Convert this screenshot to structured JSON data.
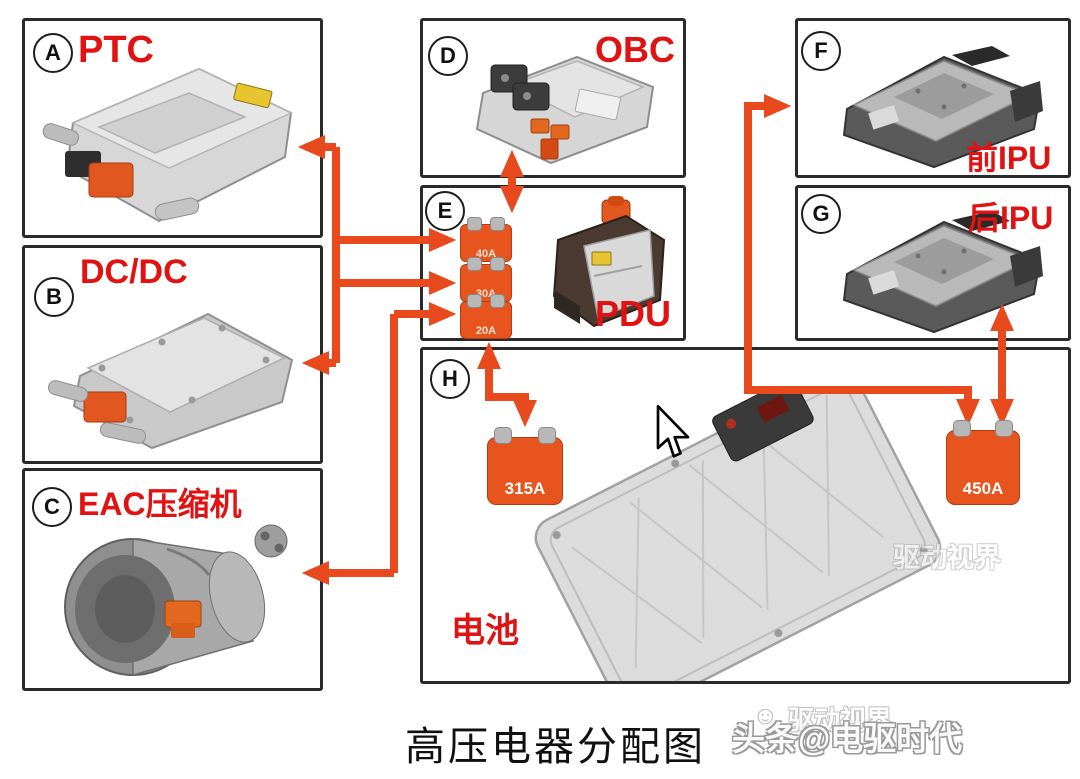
{
  "title": "高压电器分配图",
  "boxes": {
    "a": {
      "letter": "A",
      "label": "PTC"
    },
    "b": {
      "letter": "B",
      "label": "DC/DC"
    },
    "c": {
      "letter": "C",
      "label": "EAC压缩机"
    },
    "d": {
      "letter": "D",
      "label": "OBC"
    },
    "e": {
      "letter": "E",
      "label": "PDU",
      "fuses": {
        "f1": "40A",
        "f2": "30A",
        "f3": "20A"
      }
    },
    "f": {
      "letter": "F",
      "label": "前IPU"
    },
    "g": {
      "letter": "G",
      "label": "后IPU"
    },
    "h": {
      "letter": "H",
      "label": "电池",
      "fuses": {
        "to_pdu": "315A",
        "to_ipu": "450A"
      }
    }
  },
  "watermark": {
    "brand": "头条@电驱时代",
    "overlay": "驱动视界"
  },
  "colors": {
    "arrow": "#e8491d",
    "label_red": "#e01212",
    "fuse_orange": "#e8541e",
    "box_border": "#2a2a2a"
  }
}
